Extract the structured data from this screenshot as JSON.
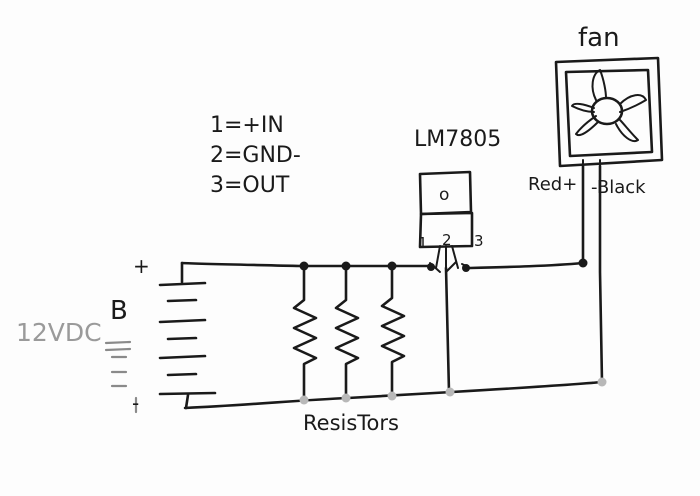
{
  "labels": {
    "fan": "fan",
    "regulator": "LM7805",
    "pin_legend": [
      "1=+IN",
      "2=GND-",
      "3=OUT"
    ],
    "pin_numbers": [
      "1",
      "2",
      "3"
    ],
    "reg_tab_mark": "o",
    "red_wire": "Red+",
    "black_wire": "-Black",
    "supply_plus": "+",
    "supply_minus": "-",
    "battery": "B",
    "supply_voltage": "12VDC",
    "resistors": "ResisTors"
  }
}
